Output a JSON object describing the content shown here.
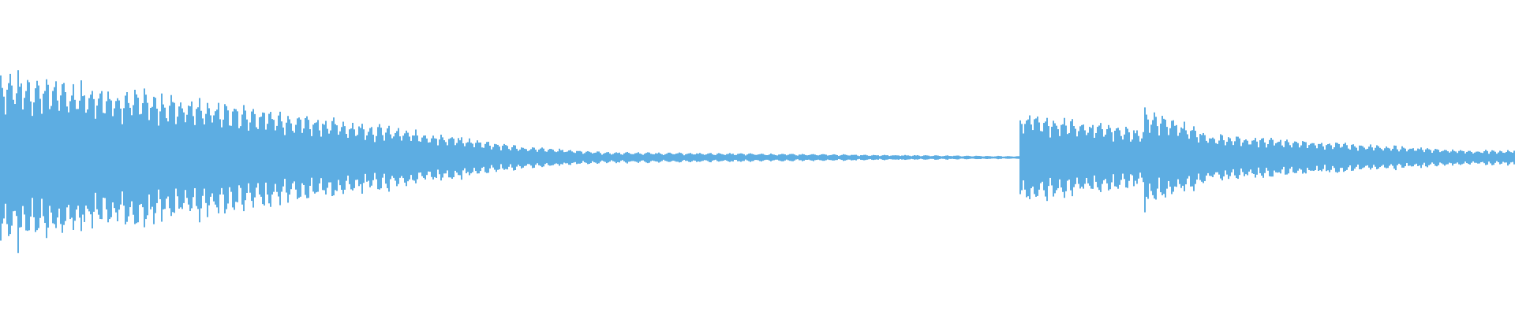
{
  "waveform": {
    "color": "#5DADE2",
    "background": "#FFFFFF",
    "channels": 1,
    "segments": [
      {
        "from": 0.0,
        "to": 0.345,
        "peak_start": 0.95,
        "peak_end": 0.12,
        "cycles": 58
      },
      {
        "from": 0.345,
        "to": 0.4,
        "peak_start": 0.12,
        "peak_end": 0.06,
        "cycles": 9
      },
      {
        "from": 0.4,
        "to": 0.672,
        "peak_start": 0.06,
        "peak_end": 0.015,
        "cycles": 40
      },
      {
        "from": 0.672,
        "to": 0.755,
        "peak_start": 0.5,
        "peak_end": 0.3,
        "cycles": 14
      },
      {
        "from": 0.755,
        "to": 0.8,
        "peak_start": 0.55,
        "peak_end": 0.25,
        "cycles": 7
      },
      {
        "from": 0.8,
        "to": 0.975,
        "peak_start": 0.25,
        "peak_end": 0.07,
        "cycles": 32
      },
      {
        "from": 0.975,
        "to": 1.0,
        "peak_start": 0.08,
        "peak_end": 0.08,
        "cycles": 5
      }
    ]
  }
}
